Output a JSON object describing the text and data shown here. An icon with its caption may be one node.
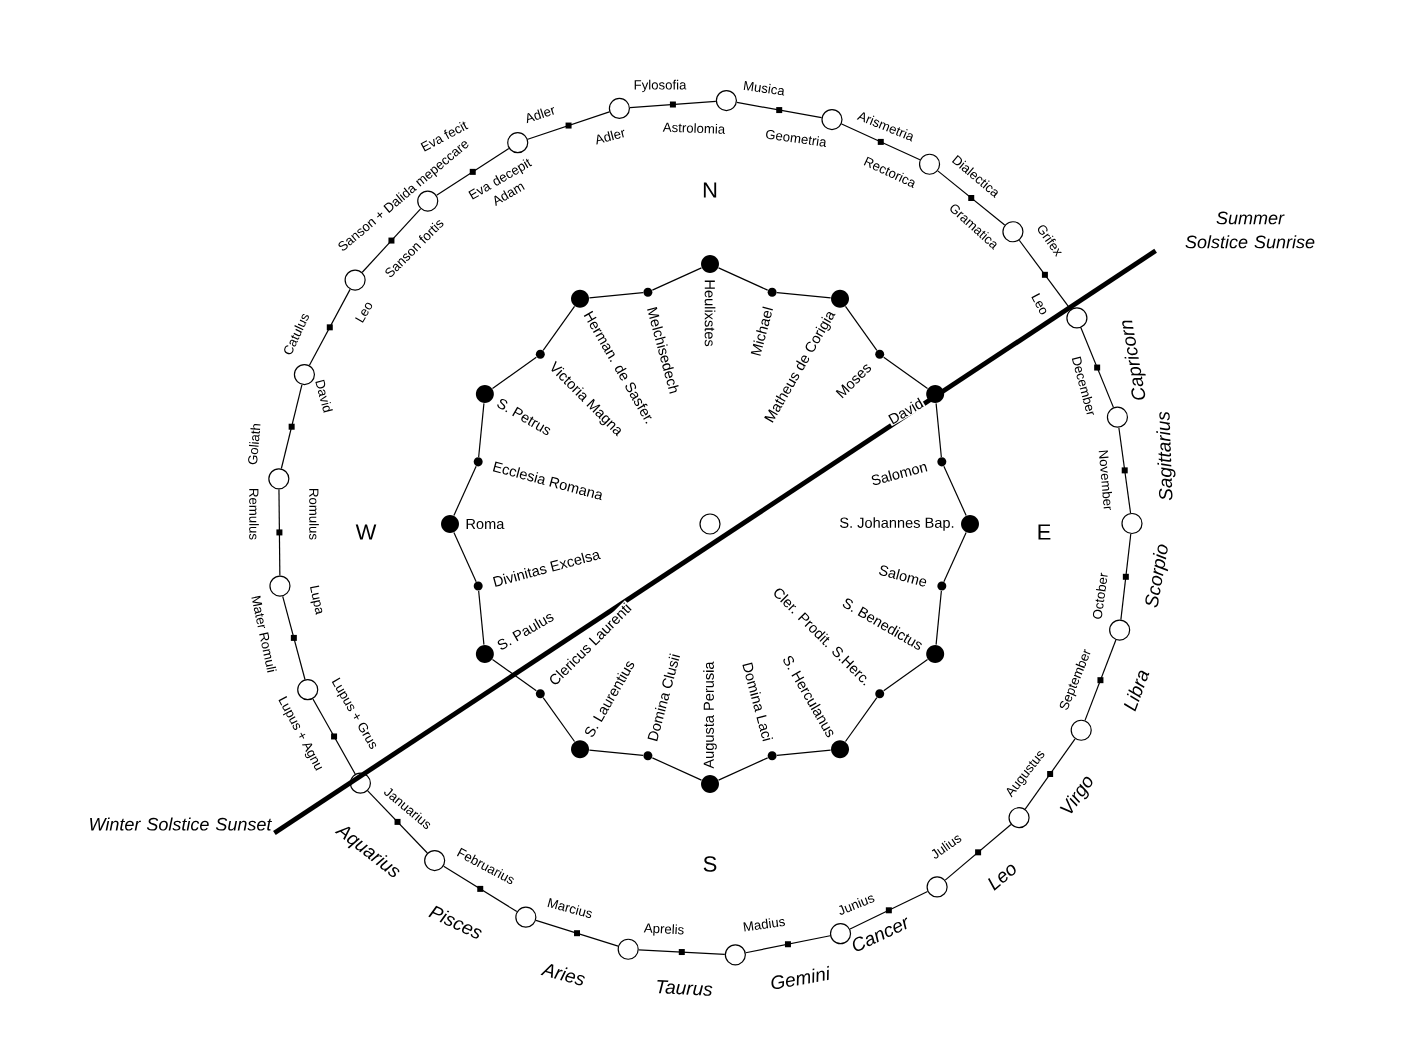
{
  "diagram": {
    "nodes": [
      {
        "text": [],
        "shape": "circle",
        "beside": [
          "Heulixstes"
        ]
      },
      {
        "text": [],
        "shape": "circle",
        "beside": [
          "Michael"
        ]
      },
      {
        "text": [],
        "shape": "circle",
        "beside": [
          "Matheus de Corigia"
        ]
      },
      {
        "text": [],
        "shape": "circle",
        "beside": [
          "Moses"
        ]
      },
      {
        "text": [],
        "shape": "circle",
        "beside": [
          "David"
        ]
      },
      {
        "text": [],
        "shape": "circle",
        "beside": [
          "Salomon"
        ]
      },
      {
        "text": [],
        "shape": "circle",
        "beside": [
          "S. Johannes Bap."
        ]
      },
      {
        "text": [],
        "shape": "circle",
        "beside": [
          "Salome"
        ]
      },
      {
        "text": [],
        "shape": "circle",
        "beside": [
          "S. Benedictus"
        ]
      },
      {
        "text": [],
        "shape": "circle",
        "beside": [
          "Cler. Prodit. S.Herc."
        ]
      },
      {
        "text": [],
        "shape": "circle",
        "beside": [
          "S. Herculanus"
        ]
      },
      {
        "text": [],
        "shape": "circle",
        "beside": [
          "Domina Laci"
        ]
      },
      {
        "text": [],
        "shape": "circle",
        "beside": [
          "Augusta Perusia"
        ]
      },
      {
        "text": [],
        "shape": "circle",
        "beside": [
          "Domina Clusii"
        ]
      },
      {
        "text": [],
        "shape": "circle",
        "beside": [
          "S. Laurentius"
        ]
      },
      {
        "text": [],
        "shape": "circle",
        "beside": [
          "Clericus Laurenti"
        ]
      },
      {
        "text": [],
        "shape": "circle",
        "beside": [
          "S. Paulus"
        ]
      },
      {
        "text": [],
        "shape": "circle",
        "beside": [
          "Divinitas Excelsa"
        ]
      },
      {
        "text": [],
        "shape": "circle",
        "beside": [
          "Roma"
        ]
      },
      {
        "text": [],
        "shape": "circle",
        "beside": [
          "Ecclesia Romana"
        ]
      },
      {
        "text": [],
        "shape": "circle",
        "beside": [
          "S. Petrus"
        ]
      },
      {
        "text": [],
        "shape": "circle",
        "beside": [
          "Victoria Magna"
        ]
      },
      {
        "text": [],
        "shape": "circle",
        "beside": [
          "Herman. de Sasfer."
        ]
      },
      {
        "text": [],
        "shape": "circle",
        "beside": [
          "Melchisedech"
        ]
      },
      {
        "text": [],
        "shape": "circle"
      },
      {
        "text": [],
        "shape": "circle"
      },
      {
        "text": [],
        "shape": "circle"
      },
      {
        "text": [],
        "shape": "circle"
      },
      {
        "text": [],
        "shape": "circle"
      },
      {
        "text": [],
        "shape": "circle"
      },
      {
        "text": [],
        "shape": "circle"
      },
      {
        "text": [],
        "shape": "circle"
      },
      {
        "text": [],
        "shape": "circle"
      },
      {
        "text": [],
        "shape": "circle"
      },
      {
        "text": [],
        "shape": "circle"
      },
      {
        "text": [],
        "shape": "circle"
      },
      {
        "text": [],
        "shape": "circle"
      },
      {
        "text": [],
        "shape": "circle"
      },
      {
        "text": [],
        "shape": "circle"
      },
      {
        "text": [],
        "shape": "circle"
      },
      {
        "text": [],
        "shape": "circle"
      },
      {
        "text": [],
        "shape": "circle"
      },
      {
        "text": [],
        "shape": "circle"
      },
      {
        "text": [],
        "shape": "circle"
      },
      {
        "text": [],
        "shape": "circle"
      },
      {
        "text": [],
        "shape": "circle"
      },
      {
        "text": [],
        "shape": "circle"
      },
      {
        "text": [],
        "shape": "circle"
      },
      {
        "text": [],
        "shape": "circle"
      },
      {
        "text": [],
        "shape": "circle"
      },
      {
        "text": [
          "Winter Solstice Sunset"
        ]
      },
      {
        "text": [
          "Summer Solstice Sunrise"
        ]
      }
    ],
    "edges": [
      {
        "from": 0,
        "to": 1,
        "arrow": "none"
      },
      {
        "from": 1,
        "to": 2,
        "arrow": "none"
      },
      {
        "from": 2,
        "to": 3,
        "arrow": "none"
      },
      {
        "from": 3,
        "to": 4,
        "arrow": "none"
      },
      {
        "from": 4,
        "to": 5,
        "arrow": "none"
      },
      {
        "from": 5,
        "to": 6,
        "arrow": "none"
      },
      {
        "from": 6,
        "to": 7,
        "arrow": "none"
      },
      {
        "from": 7,
        "to": 8,
        "arrow": "none"
      },
      {
        "from": 8,
        "to": 9,
        "arrow": "none"
      },
      {
        "from": 9,
        "to": 10,
        "arrow": "none"
      },
      {
        "from": 10,
        "to": 11,
        "arrow": "none"
      },
      {
        "from": 11,
        "to": 12,
        "arrow": "none"
      },
      {
        "from": 12,
        "to": 13,
        "arrow": "none"
      },
      {
        "from": 13,
        "to": 14,
        "arrow": "none"
      },
      {
        "from": 14,
        "to": 15,
        "arrow": "none"
      },
      {
        "from": 15,
        "to": 16,
        "arrow": "none"
      },
      {
        "from": 16,
        "to": 17,
        "arrow": "none"
      },
      {
        "from": 17,
        "to": 18,
        "arrow": "none"
      },
      {
        "from": 18,
        "to": 19,
        "arrow": "none"
      },
      {
        "from": 19,
        "to": 20,
        "arrow": "none"
      },
      {
        "from": 20,
        "to": 21,
        "arrow": "none"
      },
      {
        "from": 21,
        "to": 22,
        "arrow": "none"
      },
      {
        "from": 22,
        "to": 23,
        "arrow": "none"
      },
      {
        "from": 23,
        "to": 0,
        "arrow": "none"
      },
      {
        "from": 25,
        "to": 26,
        "arrow": "none"
      },
      {
        "from": 26,
        "to": 27,
        "arrow": "none"
      },
      {
        "from": 27,
        "to": 28,
        "arrow": "none"
      },
      {
        "from": 28,
        "to": 29,
        "arrow": "none"
      },
      {
        "from": 29,
        "to": 30,
        "arrow": "none"
      },
      {
        "from": 30,
        "to": 31,
        "arrow": "none"
      },
      {
        "from": 31,
        "to": 32,
        "arrow": "none"
      },
      {
        "from": 32,
        "to": 33,
        "arrow": "none"
      },
      {
        "from": 33,
        "to": 34,
        "arrow": "none"
      },
      {
        "from": 34,
        "to": 35,
        "arrow": "none"
      },
      {
        "from": 35,
        "to": 36,
        "arrow": "none"
      },
      {
        "from": 36,
        "to": 37,
        "arrow": "none"
      },
      {
        "from": 37,
        "to": 38,
        "arrow": "none"
      },
      {
        "from": 38,
        "to": 39,
        "arrow": "none"
      },
      {
        "from": 39,
        "to": 40,
        "arrow": "none"
      },
      {
        "from": 40,
        "to": 41,
        "arrow": "none"
      },
      {
        "from": 41,
        "to": 42,
        "arrow": "none"
      },
      {
        "from": 42,
        "to": 43,
        "arrow": "none"
      },
      {
        "from": 43,
        "to": 44,
        "arrow": "none"
      },
      {
        "from": 44,
        "to": 45,
        "arrow": "none"
      },
      {
        "from": 45,
        "to": 46,
        "arrow": "none"
      },
      {
        "from": 46,
        "to": 47,
        "arrow": "none"
      },
      {
        "from": 47,
        "to": 48,
        "arrow": "none"
      },
      {
        "from": 48,
        "to": 49,
        "arrow": "none"
      },
      {
        "from": 49,
        "to": 25,
        "arrow": "none"
      },
      {
        "from": 50,
        "to": 51,
        "arrow": "none",
        "style": "thick"
      }
    ],
    "labels": [
      "Fylosofia",
      "Musica",
      "Arismetria",
      "Dialectica",
      "Grifex",
      "Capricorn",
      "Sagittarius",
      "Scorpio",
      "Libra",
      "Virgo",
      "Leo",
      "Cancer",
      "Gemini",
      "Taurus",
      "Aries",
      "Pisces",
      "Aquarius",
      "Lupus + Agnu",
      "Mater Romuli",
      "Remulus",
      "Goliath",
      "Catulus",
      "Sanson + Dalida mepeccare",
      "Eva fecit",
      "Adler",
      "Astrolomia",
      "Geometria",
      "Rectorica",
      "Gramatica",
      "Leo",
      "December",
      "November",
      "October",
      "September",
      "Augustus",
      "Julius",
      "Junius",
      "Madius",
      "Aprelis",
      "Marcius",
      "Februarius",
      "Januarius",
      "Lupus + Grus",
      "Lupa",
      "Romulus",
      "David",
      "Leo",
      "Sanson fortis",
      "Eva decepit Adam",
      "Adler",
      "N",
      "W",
      "E",
      "S"
    ]
  }
}
